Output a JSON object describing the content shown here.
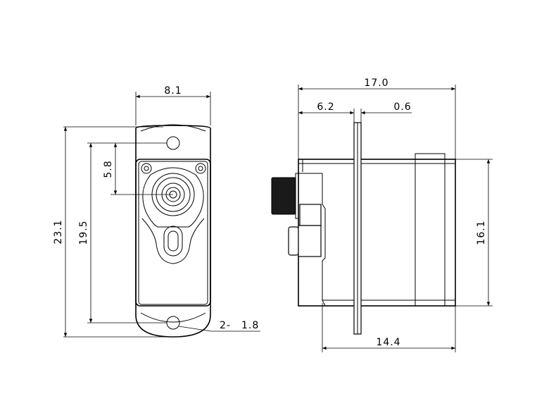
{
  "front_view": {
    "width_label": "8.1",
    "overall_height_label": "23.1",
    "hole_spacing_label": "19.5",
    "shaft_offset_label": "5.8",
    "hole_count_label": "2-",
    "hole_diameter_label": "1.8"
  },
  "side_view": {
    "overall_length_label": "17.0",
    "flange_offset_label": "6.2",
    "flange_thickness_label": "0.6",
    "height_label": "16.1",
    "body_length_label": "14.4"
  }
}
